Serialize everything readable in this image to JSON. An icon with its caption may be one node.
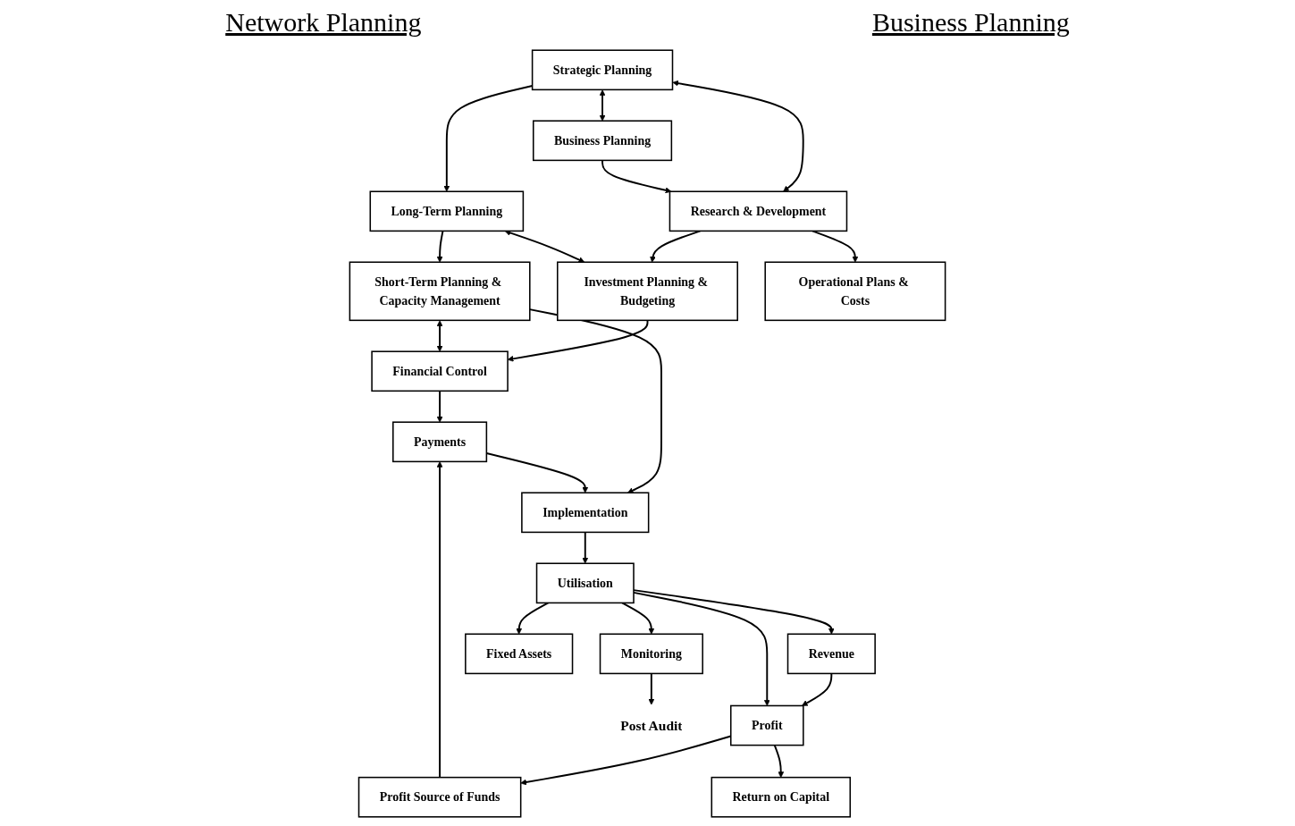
{
  "diagram": {
    "nodes": [
      {
        "text": [
          "Strategic Planning"
        ]
      },
      {
        "text": [
          "Long-Term Planning"
        ]
      },
      {
        "text": [
          "Short-Term Planning & Capacity Management"
        ]
      },
      {
        "text": [
          "Implementation"
        ]
      },
      {
        "text": [
          "Utilisation"
        ]
      },
      {
        "text": [
          "Monitoring"
        ]
      },
      {
        "text": [
          "Post Audit"
        ]
      },
      {
        "text": [
          "Business Planning"
        ]
      },
      {
        "text": [
          "Research & Development"
        ]
      },
      {
        "text": [
          "Operational Plans & Costs"
        ]
      },
      {
        "text": [
          "Investment Planning & Budgeting"
        ]
      },
      {
        "text": [
          "Financial Control"
        ]
      },
      {
        "text": [
          "Payments"
        ]
      },
      {
        "text": [
          "Profit Source of Funds"
        ]
      },
      {
        "text": [
          "Revenue"
        ]
      },
      {
        "text": [
          "Profit"
        ]
      },
      {
        "text": [
          "Fixed Assets"
        ]
      },
      {
        "text": [
          "Return on Capital"
        ]
      }
    ],
    "edges": [
      {
        "from": 0,
        "to": 7,
        "arrow": "both"
      },
      {
        "from": 0,
        "to": 8,
        "arrow": "both"
      },
      {
        "from": 0,
        "to": 1,
        "arrow": "to"
      },
      {
        "from": 1,
        "to": 2,
        "arrow": "to"
      },
      {
        "from": 2,
        "to": 3,
        "arrow": "to"
      },
      {
        "from": 3,
        "to": 4,
        "arrow": "to"
      },
      {
        "from": 4,
        "to": 5,
        "arrow": "to"
      },
      {
        "from": 5,
        "to": 6,
        "arrow": "to"
      },
      {
        "from": 7,
        "to": 8,
        "arrow": "to"
      },
      {
        "from": 8,
        "to": 10,
        "arrow": "to"
      },
      {
        "from": 8,
        "to": 9,
        "arrow": "to"
      },
      {
        "from": 1,
        "to": 10,
        "arrow": "both"
      },
      {
        "from": 10,
        "to": 11,
        "arrow": "to"
      },
      {
        "from": 2,
        "to": 11,
        "arrow": "both"
      },
      {
        "from": 11,
        "to": 12,
        "arrow": "to"
      },
      {
        "from": 12,
        "to": 3,
        "arrow": "to"
      },
      {
        "from": 13,
        "to": 12,
        "arrow": "to"
      },
      {
        "from": 14,
        "to": 15,
        "arrow": "to"
      },
      {
        "from": 15,
        "to": 13,
        "arrow": "to"
      },
      {
        "from": 15,
        "to": 17,
        "arrow": "to"
      },
      {
        "from": 4,
        "to": 14,
        "arrow": "to"
      },
      {
        "from": 4,
        "to": 16,
        "arrow": "to"
      },
      {
        "from": 4,
        "to": 15,
        "arrow": "to"
      }
    ],
    "labels": [
      "Network Planning",
      "Business Planning"
    ]
  }
}
